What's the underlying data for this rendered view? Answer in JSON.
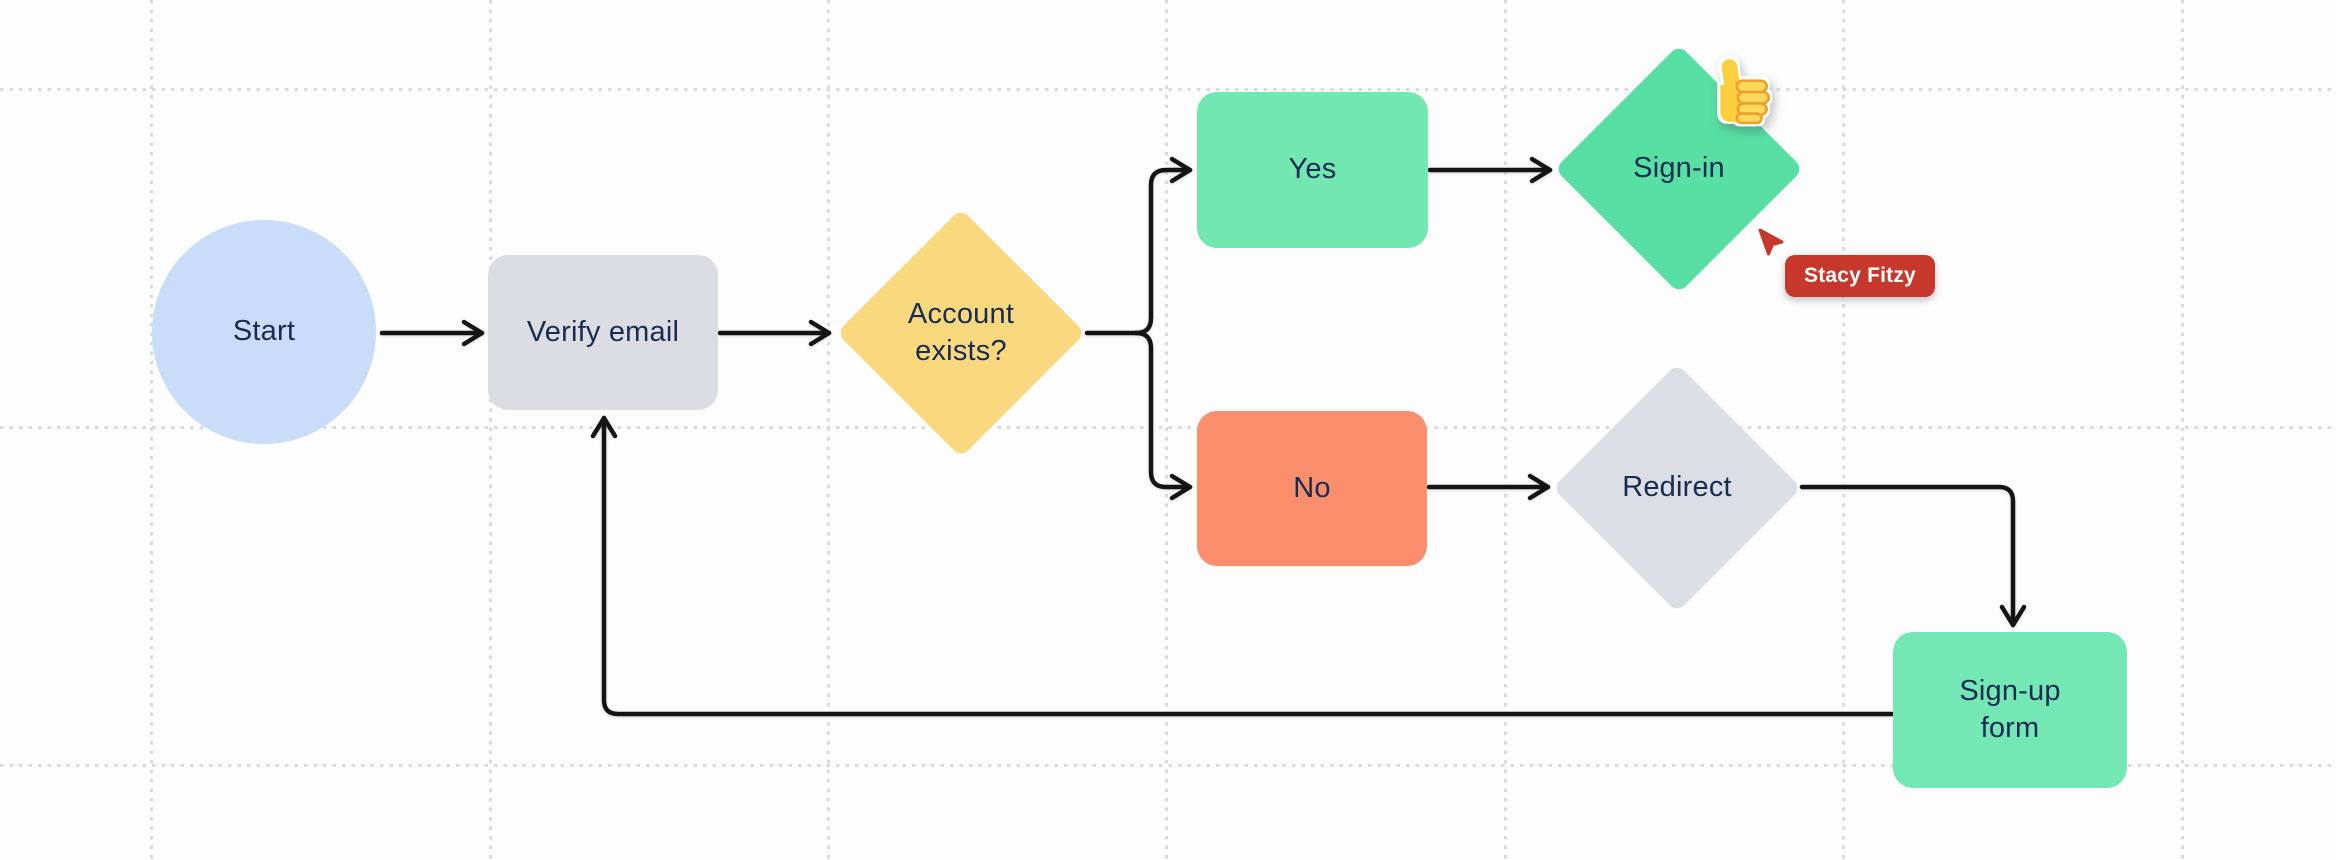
{
  "canvas": {
    "background": "#FDFDFD",
    "grid_color": "#D9DAE0",
    "connector_color": "#141414",
    "text_color": "#182B53"
  },
  "nodes": [
    {
      "id": "start",
      "label": "Start",
      "shape": "circle",
      "fill": "#C9DCF8"
    },
    {
      "id": "verify-email",
      "label": "Verify email",
      "shape": "rect",
      "fill": "#DCDDE2"
    },
    {
      "id": "account-exists",
      "label": "Account exists?",
      "shape": "diamond",
      "fill": "#FAD87D"
    },
    {
      "id": "yes",
      "label": "Yes",
      "shape": "rect",
      "fill": "#72E7B2"
    },
    {
      "id": "no",
      "label": "No",
      "shape": "rect",
      "fill": "#FB8E6C"
    },
    {
      "id": "sign-in",
      "label": "Sign-in",
      "shape": "diamond",
      "fill": "#58DFA4"
    },
    {
      "id": "redirect",
      "label": "Redirect",
      "shape": "diamond",
      "fill": "#DCDEE5"
    },
    {
      "id": "signup-form",
      "label": "Sign-up form",
      "shape": "rect",
      "fill": "#74E8B4"
    }
  ],
  "edges": [
    {
      "from": "start",
      "to": "verify-email"
    },
    {
      "from": "verify-email",
      "to": "account-exists"
    },
    {
      "from": "account-exists",
      "to": "yes"
    },
    {
      "from": "account-exists",
      "to": "no"
    },
    {
      "from": "yes",
      "to": "sign-in"
    },
    {
      "from": "no",
      "to": "redirect"
    },
    {
      "from": "redirect",
      "to": "signup-form"
    },
    {
      "from": "signup-form",
      "to": "verify-email"
    }
  ],
  "sticker": {
    "emoji": "thumbs-up",
    "attached_to": "sign-in"
  },
  "collaborator": {
    "name": "Stacy Fitzy",
    "cursor_color": "#C5382B",
    "label_bg": "#C5382B",
    "label_text_color": "#FFFFFF"
  }
}
